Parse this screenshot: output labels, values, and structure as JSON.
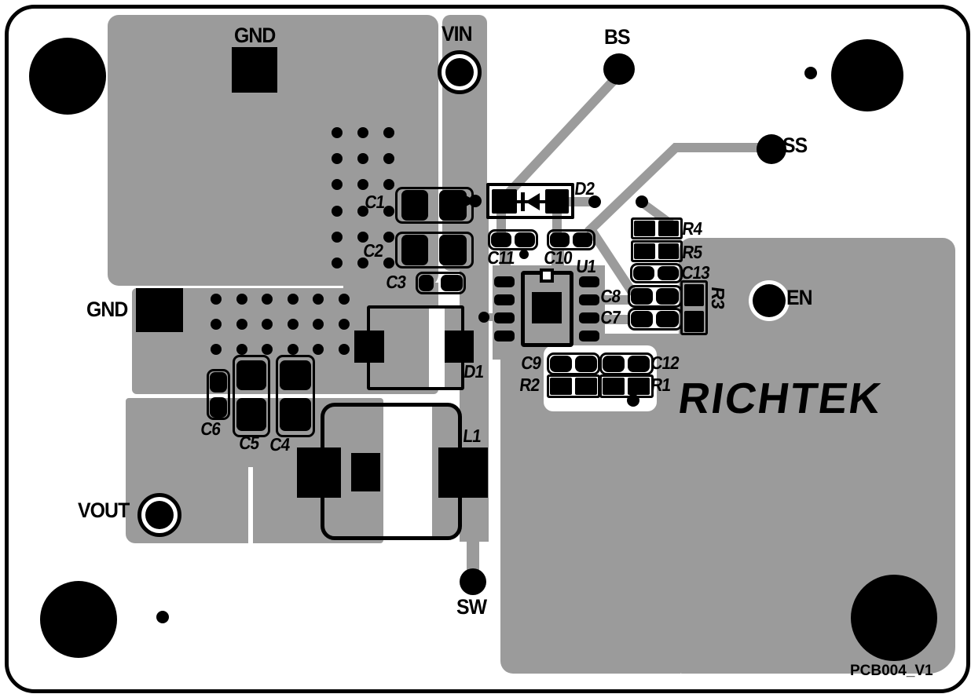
{
  "branding": {
    "logo": "RICHTEK",
    "board_id": "PCB004_V1"
  },
  "connectors": {
    "gnd_top": "GND",
    "vin": "VIN",
    "bs": "BS",
    "ss": "SS",
    "en": "EN",
    "gnd_left": "GND",
    "vout": "VOUT",
    "sw": "SW"
  },
  "components": {
    "c1": "C1",
    "c2": "C2",
    "c3": "C3",
    "c4": "C4",
    "c5": "C5",
    "c6": "C6",
    "c7": "C7",
    "c8": "C8",
    "c9": "C9",
    "c10": "C10",
    "c11": "C11",
    "c12": "C12",
    "c13": "C13",
    "r1": "R1",
    "r2": "R2",
    "r3": "R3",
    "r4": "R4",
    "r5": "R5",
    "d1": "D1",
    "d2": "D2",
    "l1": "L1",
    "u1": "U1"
  },
  "colors": {
    "copper": "#9b9b9b",
    "silkscreen": "#000000",
    "substrate": "#ffffff"
  }
}
